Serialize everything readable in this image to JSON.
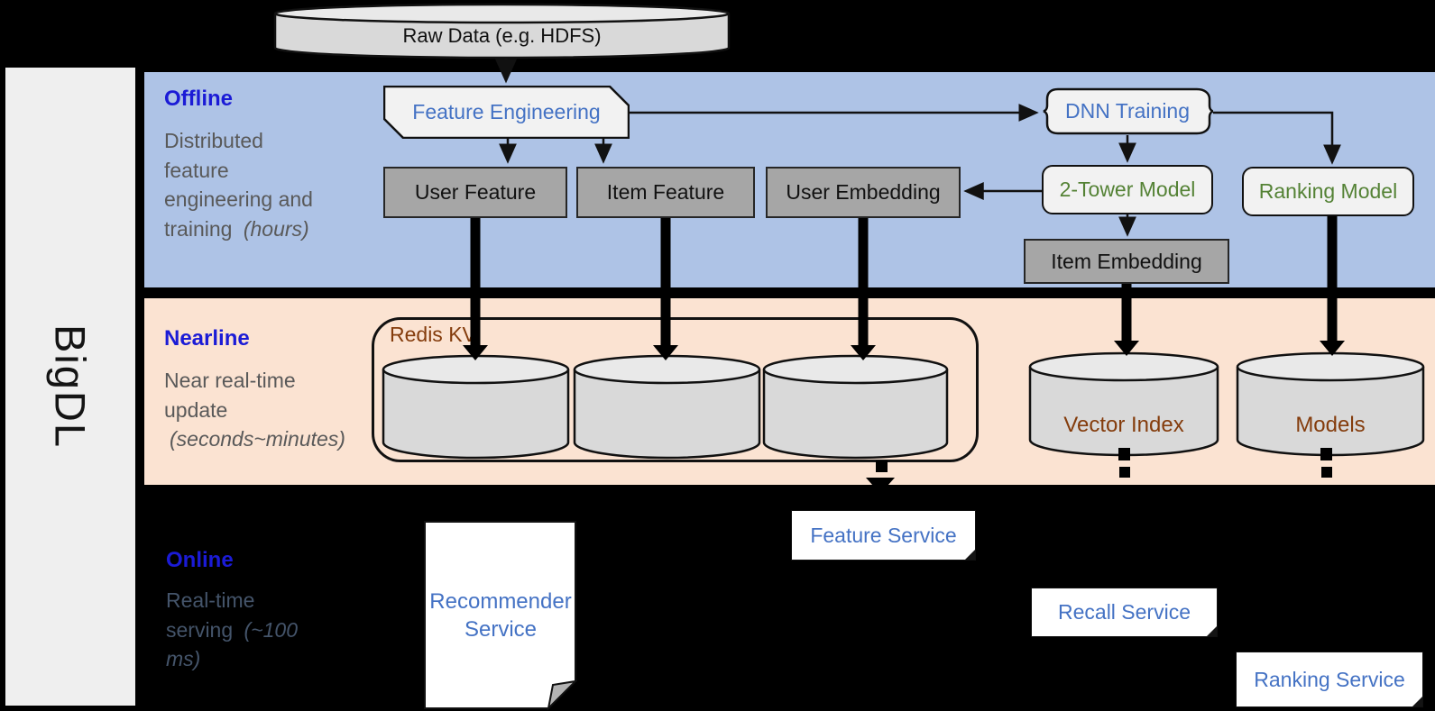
{
  "brand": {
    "label": "BigDL"
  },
  "pipeline": {
    "raw_data": {
      "label": "Raw Data (e.g. HDFS)"
    }
  },
  "sections": {
    "offline": {
      "title": "Offline",
      "subtitle": "Distributed feature engineering and training",
      "subtitle_italic": "(hours)"
    },
    "nearline": {
      "title": "Nearline",
      "subtitle": "Near real-time update",
      "subtitle_italic": "(seconds~minutes)"
    },
    "online": {
      "title": "Online",
      "subtitle": "Real-time serving",
      "subtitle_italic": "(~100 ms)"
    }
  },
  "offline_nodes": {
    "feature_engineering": {
      "label": "Feature Engineering"
    },
    "dnn_training": {
      "label": "DNN Training"
    },
    "user_feature": {
      "label": "User Feature"
    },
    "item_feature": {
      "label": "Item Feature"
    },
    "user_embedding": {
      "label": "User Embedding"
    },
    "two_tower_model": {
      "label": "2-Tower Model"
    },
    "ranking_model": {
      "label": "Ranking Model"
    },
    "item_embedding": {
      "label": "Item Embedding"
    }
  },
  "nearline_nodes": {
    "redis_kv": {
      "label": "Redis KV"
    },
    "vector_index": {
      "label": "Vector Index"
    },
    "models": {
      "label": "Models"
    }
  },
  "online_nodes": {
    "recommender_service": {
      "label": "Recommender Service"
    },
    "feature_service": {
      "label": "Feature Service"
    },
    "recall_service": {
      "label": "Recall Service"
    },
    "ranking_service": {
      "label": "Ranking Service"
    }
  },
  "colors": {
    "offline_band": "#aec3e6",
    "nearline_band": "#fbe3d2",
    "online_background": "#000000",
    "section_title_blue": "#1b1bd6",
    "subtitle_gray": "#595959",
    "online_subtitle_gray": "#44546a",
    "node_blue_text": "#4472c4",
    "node_green_text": "#548235",
    "storage_brown_text": "#843c0c",
    "gray_box_fill": "#a6a6a6",
    "light_shape_fill": "#f2f2f2",
    "cylinder_fill": "#d9d9d9",
    "sidebar_fill": "#efefef"
  }
}
